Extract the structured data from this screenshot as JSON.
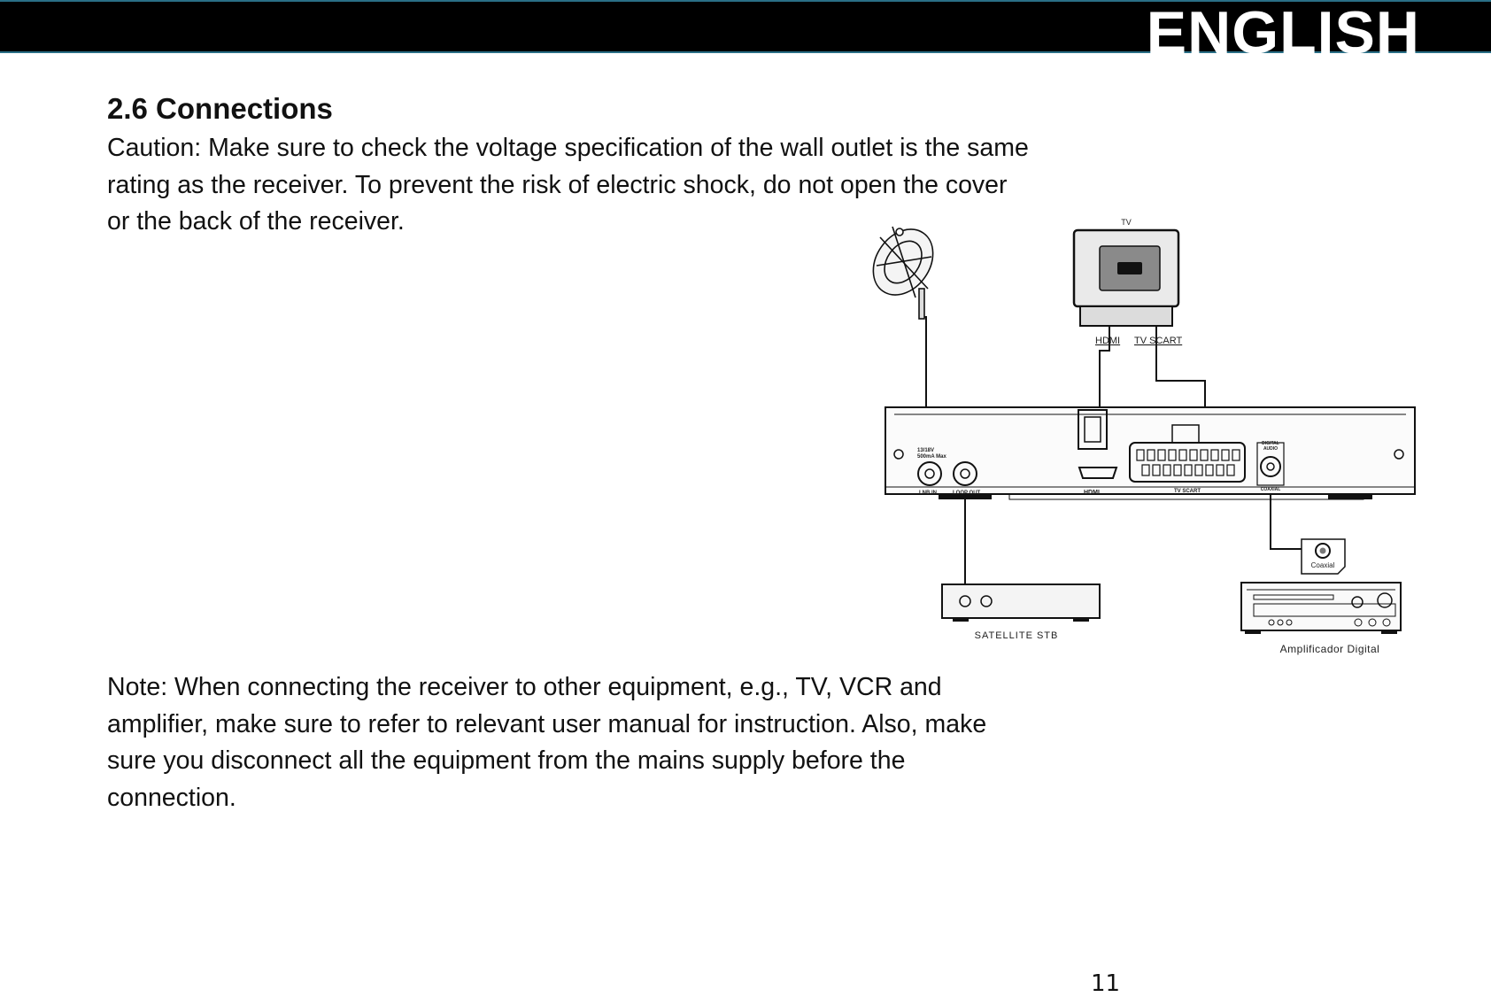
{
  "header": {
    "language": "ENGLISH"
  },
  "section": {
    "title": "2.6 Connections",
    "caution_lines": [
      "Caution: Make sure to check the voltage specification of the wall outlet is the same",
      "rating as the receiver. To prevent the risk of electric shock, do not open the cover",
      "or the back of the receiver."
    ],
    "note_lines": [
      "Note: When connecting the receiver to other equipment, e.g., TV, VCR and",
      "amplifier, make sure to refer to relevant user manual for instruction. Also, make",
      "sure you disconnect all the equipment from the mains supply before the",
      "connection."
    ]
  },
  "diagram": {
    "tv_label": "TV",
    "hdmi_label": "HDMI",
    "tv_scart_label": "TV SCART",
    "receiver": {
      "power_label_1": "13/18V",
      "power_label_2": "500mA Max",
      "lnb_in": "LNB IN",
      "loop_out": "LOOP OUT",
      "hdmi_port": "HDMI",
      "tv_scart_port": "TV SCART",
      "digital_audio_1": "DIGITAL",
      "digital_audio_2": "AUDIO",
      "coaxial_port": "COAXIAL"
    },
    "coaxial_label": "Coaxial",
    "satellite_stb_label": "SATELLITE  STB",
    "amplifier_label": "Amplificador Digital"
  },
  "footer": {
    "page_number": "11"
  }
}
